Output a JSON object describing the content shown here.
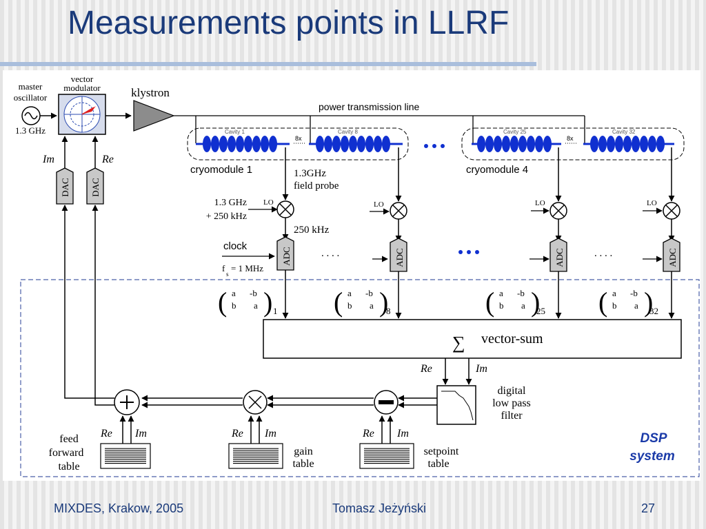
{
  "slide": {
    "title": "Measurements points in LLRF"
  },
  "footer": {
    "left": "MIXDES, Krakow, 2005",
    "center": "Tomasz Jeżyński",
    "page": "27"
  },
  "colors": {
    "title": "#1a3a7a",
    "cavity": "#1030d0",
    "dsp": "#1a3aa8",
    "adc": "#c8c8c8",
    "klystron": "#8c8c8c"
  },
  "diagram": {
    "master_osc_1": "master",
    "master_osc_2": "oscillator",
    "freq": "1.3 GHz",
    "vm_1": "vector",
    "vm_2": "modulator",
    "klystron": "klystron",
    "power_line": "power transmission line",
    "im": "Im",
    "re": "Re",
    "dac": "DAC",
    "cavity_1": "Cavity 1",
    "cavity_8": "Cavity 8",
    "cavity_25": "Cavity 25",
    "cavity_32": "Cavity 32",
    "mult_8x": "8x",
    "cryo_1": "cryomodule 1",
    "cryo_4": "cryomodule 4",
    "probe_1": "1.3GHz",
    "probe_2": "field probe",
    "lo_freq_1": "1.3 GHz",
    "lo_freq_2": "+ 250 kHz",
    "lo": "LO",
    "if_freq": "250 kHz",
    "clock": "clock",
    "fs_f": "f",
    "fs_s": "s",
    "fs_val": "= 1 MHz",
    "adc": "ADC",
    "dots": ". . . .",
    "mat_a": "a",
    "mat_mb": "-b",
    "mat_b": "b",
    "idx_1": "1",
    "idx_8": "8",
    "idx_25": "25",
    "idx_32": "32",
    "sigma": "∑",
    "vector_sum": "vector-sum",
    "filter_1": "digital",
    "filter_2": "low pass",
    "filter_3": "filter",
    "feed_1": "feed",
    "feed_2": "forward",
    "feed_3": "table",
    "gain_1": "gain",
    "gain_2": "table",
    "setpoint_1": "setpoint",
    "setpoint_2": "table",
    "dsp_1": "DSP",
    "dsp_2": "system"
  }
}
